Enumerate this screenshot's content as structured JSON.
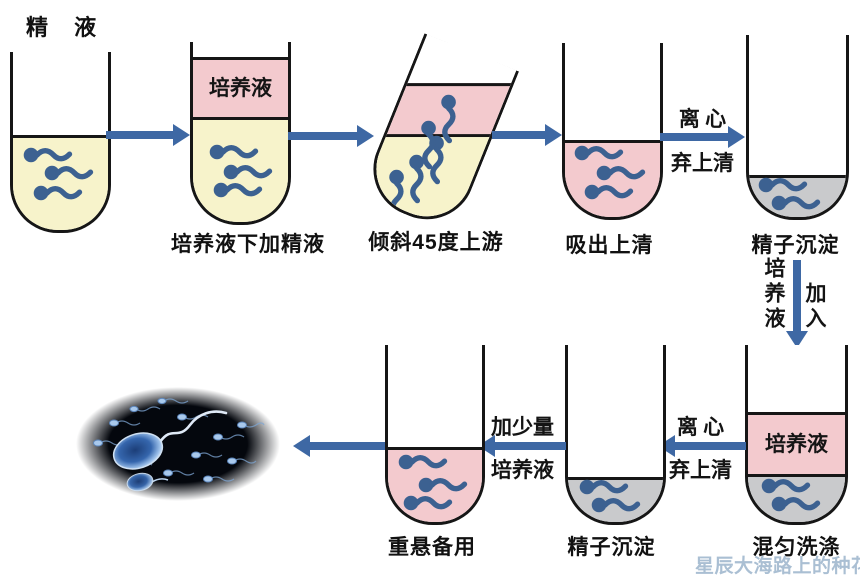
{
  "labels": {
    "semen": "精 液",
    "medium_band_top": "培养液",
    "medium_band_wash": "培养液",
    "caption_step2": "培养液下加精液",
    "caption_step3": "倾斜45度上游",
    "caption_step4": "吸出上清",
    "caption_step5": "精子沉淀",
    "caption_step6": "混匀洗涤",
    "caption_step7": "精子沉淀",
    "caption_step8": "重悬备用"
  },
  "arrow_labels": {
    "centrifuge1_top": "离 心",
    "centrifuge1_bottom": "弃上清",
    "add_medium_side": "培养液",
    "add_medium_action": "加入",
    "centrifuge2_top": "离 心",
    "centrifuge2_bottom": "弃上清",
    "add_small_top": "加少量",
    "add_small_bottom": "培养液"
  },
  "watermark": "星辰大海路上的种花家",
  "colors": {
    "semen_yellow": "#f7f3cb",
    "medium_pink": "#f3cace",
    "pellet_gray": "#c9cacc",
    "sperm_blue": "#3c6191",
    "arrow_blue": "#3e68a4",
    "outline_dark": "#161616",
    "watermark_blue": "#aabfd3"
  }
}
